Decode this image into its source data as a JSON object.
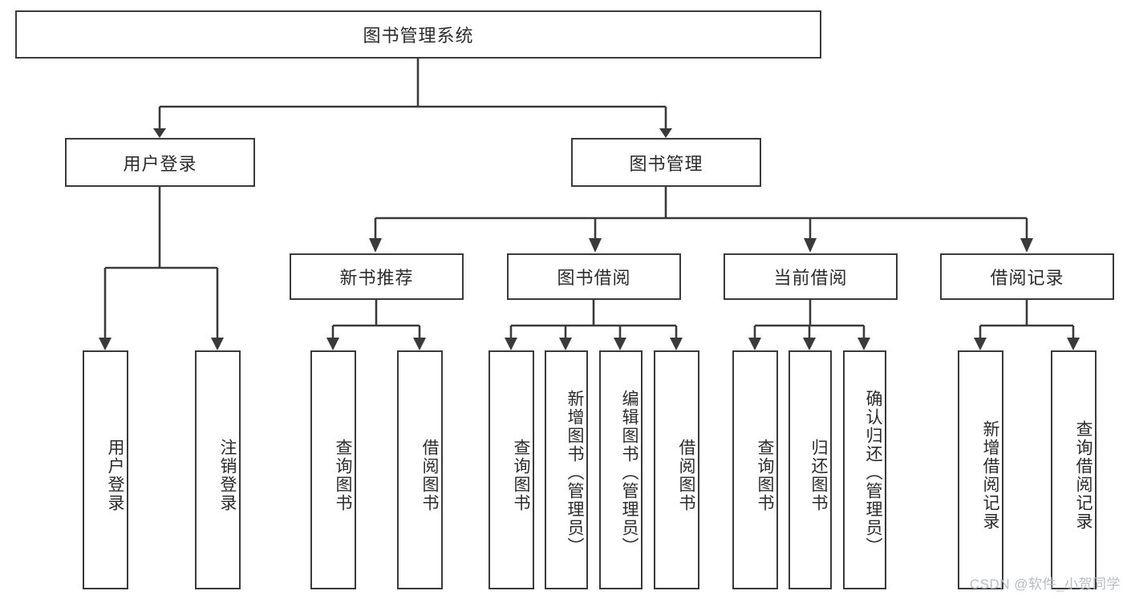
{
  "diagram": {
    "title": "图书管理系统",
    "type": "hierarchy-tree",
    "root": {
      "id": "root",
      "label": "图书管理系统"
    },
    "level1": [
      {
        "id": "user-login",
        "label": "用户登录"
      },
      {
        "id": "book-manage",
        "label": "图书管理"
      }
    ],
    "level2": [
      {
        "id": "new-book-recommend",
        "label": "新书推荐",
        "parent": "book-manage"
      },
      {
        "id": "book-borrow",
        "label": "图书借阅",
        "parent": "book-manage"
      },
      {
        "id": "current-borrow",
        "label": "当前借阅",
        "parent": "book-manage"
      },
      {
        "id": "borrow-record",
        "label": "借阅记录",
        "parent": "book-manage"
      }
    ],
    "leaves": {
      "user-login": [
        {
          "id": "leaf-user-login",
          "label": "用户登录"
        },
        {
          "id": "leaf-user-logout",
          "label": "注销登录"
        }
      ],
      "new-book-recommend": [
        {
          "id": "leaf-query-book-1",
          "label": "查询图书"
        },
        {
          "id": "leaf-borrow-book-1",
          "label": "借阅图书"
        }
      ],
      "book-borrow": [
        {
          "id": "leaf-query-book-2",
          "label": "查询图书"
        },
        {
          "id": "leaf-add-book",
          "label": "新增图书（管理员）"
        },
        {
          "id": "leaf-edit-book",
          "label": "编辑图书（管理员）"
        },
        {
          "id": "leaf-borrow-book-2",
          "label": "借阅图书"
        }
      ],
      "current-borrow": [
        {
          "id": "leaf-query-book-3",
          "label": "查询图书"
        },
        {
          "id": "leaf-return-book",
          "label": "归还图书"
        },
        {
          "id": "leaf-confirm-return",
          "label": "确认归还（管理员）"
        }
      ],
      "borrow-record": [
        {
          "id": "leaf-add-record",
          "label": "新增借阅记录"
        },
        {
          "id": "leaf-query-record",
          "label": "查询借阅记录"
        }
      ]
    }
  },
  "watermark": {
    "text": "CSDN @软件_小贺同学"
  },
  "colors": {
    "stroke": "#3a3a3a",
    "background": "#ffffff",
    "text": "#2b2b2b",
    "watermark": "#b9bcc0"
  }
}
